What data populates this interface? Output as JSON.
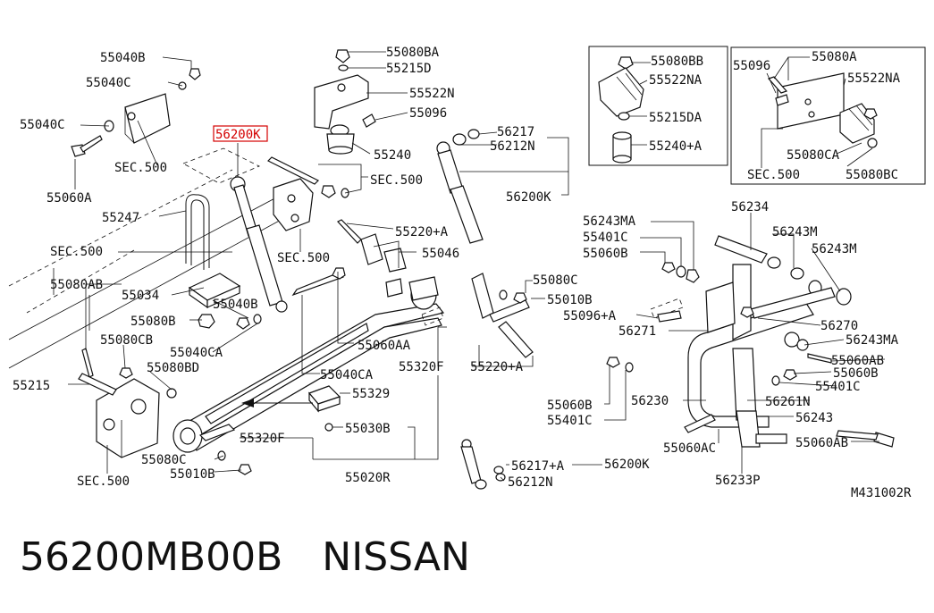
{
  "diagram": {
    "highlight_color": "#d40000",
    "callouts": [
      "55040B",
      "55040C",
      "55040C",
      "55060A",
      "SEC.500",
      "56200K",
      "55247",
      "SEC.500",
      "55080AB",
      "55034",
      "55080B",
      "55040B",
      "55040CA",
      "55080CB",
      "55080BD",
      "55215",
      "SEC.500",
      "55080C",
      "55010B",
      "55080BA",
      "55215D",
      "55522N",
      "55096",
      "55240",
      "56217",
      "56212N",
      "SEC.500",
      "SEC.500",
      "56200K",
      "55220+A",
      "55046",
      "55060AA",
      "55040CA",
      "55320F",
      "55080C",
      "55010B",
      "55220+A",
      "55329",
      "55030B",
      "55320F",
      "55020R",
      "56217+A",
      "56212N",
      "56200K",
      "55080BB",
      "55522NA",
      "55215DA",
      "55240+A",
      "55096",
      "55080A",
      "55522NA",
      "55080CA",
      "SEC.500",
      "55080BC",
      "56234",
      "56243MA",
      "55401C",
      "55060B",
      "56243M",
      "56243M",
      "55096+A",
      "56271",
      "56270",
      "56243MA",
      "55060AB",
      "55060B",
      "55401C",
      "55060B",
      "55401C",
      "56230",
      "56261N",
      "56243",
      "55060AC",
      "55060AB",
      "56233P"
    ],
    "highlighted_part": "56200K",
    "drawing_ref": "M431002R"
  },
  "footer": {
    "part_number": "56200MB00B",
    "brand": "NISSAN"
  }
}
